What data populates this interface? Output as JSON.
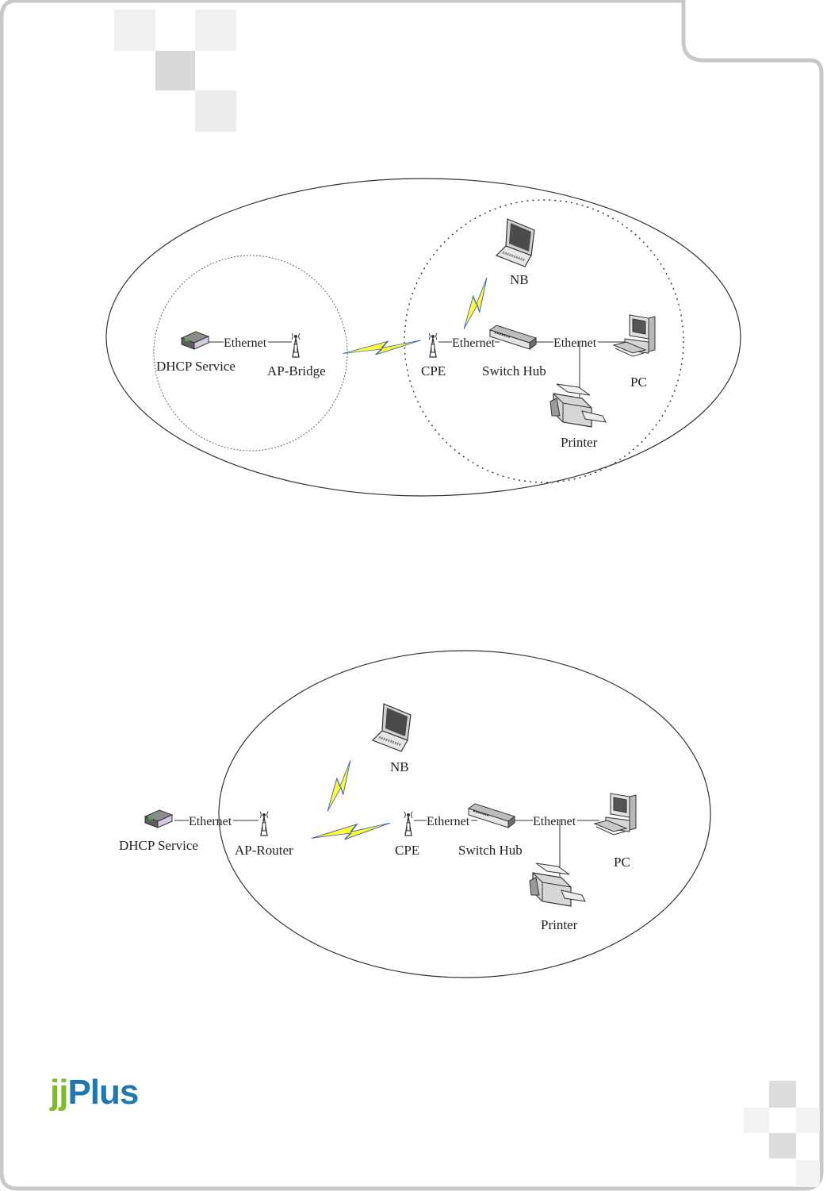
{
  "diagram1": {
    "labels": {
      "dhcp": "DHCP Service",
      "ap": "AP-Bridge",
      "cpe": "CPE",
      "switch": "Switch Hub",
      "pc": "PC",
      "printer": "Printer",
      "nb": "NB",
      "eth1": "Ethernet",
      "eth2": "Ethernet",
      "eth3": "Ethernet"
    }
  },
  "diagram2": {
    "labels": {
      "dhcp": "DHCP Service",
      "ap": "AP-Router",
      "cpe": "CPE",
      "switch": "Switch Hub",
      "pc": "PC",
      "printer": "Printer",
      "nb": "NB",
      "eth1": "Ethernet",
      "eth2": "Ethernet",
      "eth3": "Ethernet"
    }
  },
  "logo": {
    "part1": "jj",
    "part2": "Plus"
  },
  "colors": {
    "frame": "#c8c8c8",
    "wireless_bolt": "#ffff33",
    "logo_green": "#7dbb2a",
    "logo_blue": "#1f78b4"
  }
}
